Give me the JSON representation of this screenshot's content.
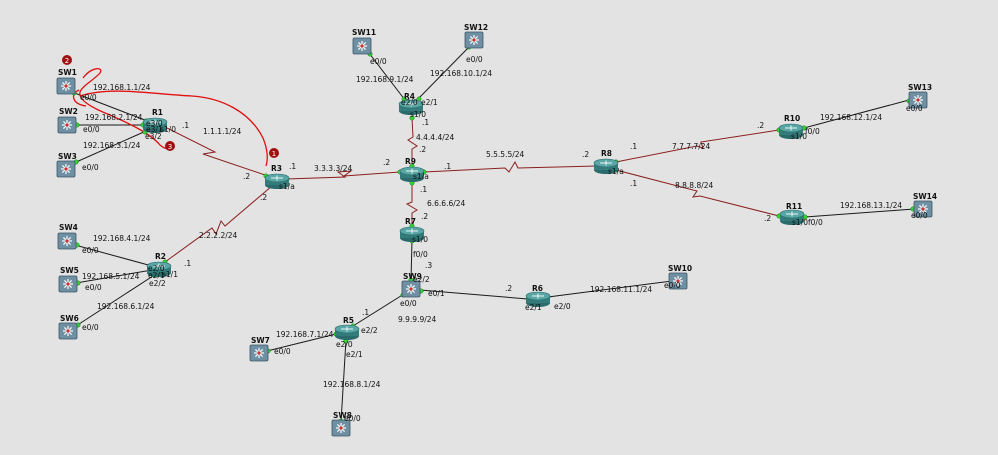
{
  "nodes": {
    "sw1": "SW1",
    "sw2": "SW2",
    "sw3": "SW3",
    "sw4": "SW4",
    "sw5": "SW5",
    "sw6": "SW6",
    "sw7": "SW7",
    "sw8": "SW8",
    "sw9": "SW9",
    "sw10": "SW10",
    "sw11": "SW11",
    "sw12": "SW12",
    "sw13": "SW13",
    "sw14": "SW14",
    "r1": "R1",
    "r2": "R2",
    "r3": "R3",
    "r4": "R4",
    "r5": "R5",
    "r6": "R6",
    "r7": "R7",
    "r8": "R8",
    "r9": "R9",
    "r10": "R10",
    "r11": "R11"
  },
  "subnets": {
    "n1": "192.168.1.1/24",
    "n2": "192.168.2.1/24",
    "n3": "192.168.3.1/24",
    "n4": "192.168.4.1/24",
    "n5": "192.168.5.1/24",
    "n6": "192.168.6.1/24",
    "n7": "192.168.7.1/24",
    "n8": "192.168.8.1/24",
    "n9": "192.168.9.1/24",
    "n10": "192.168.10.1/24",
    "n11": "192.168.11.1/24",
    "n12": "192.168.12.1/24",
    "n13": "192.168.13.1/24",
    "l1": "1.1.1.1/24",
    "l2": "2.2.2.2/24",
    "l3": "3.3.3.3/24",
    "l4": "4.4.4.4/24",
    "l5": "5.5.5.5/24",
    "l6": "6.6.6.6/24",
    "l7": "7.7.7.7/24",
    "l8": "8.8.8.8/24",
    "l9": "9.9.9.9/24"
  },
  "interfaces": {
    "e00": "e0/0",
    "e01": "e0/1",
    "e20": "e2/0",
    "e21": "e2/1",
    "e22": "e2/2",
    "e30": "e3/0",
    "e31": "e3/1",
    "e32": "e3/2",
    "s10": "s1/0",
    "s11": "s1/1",
    "f00": "f0/0",
    "x1": "s1/0",
    "x2": "e3/1",
    "x3": "e2/0",
    "x4": "e2/1",
    "x5": "e2/2",
    "s1a": "s1/a",
    "s1b": "s1/1",
    "s1c": "s1/0"
  },
  "hosts": {
    "d1": ".1",
    "d2": ".2",
    "d3": ".3"
  },
  "markers": {
    "m1": "1",
    "m2": "2",
    "m3": "3"
  },
  "colors": {
    "router_body": "#3f8a8a",
    "switch_body": "#6f8fa3",
    "serial_link": "#8a1f1f",
    "port_dot": "#35d435",
    "annotation": "#e01010",
    "marker": "#a01010"
  }
}
